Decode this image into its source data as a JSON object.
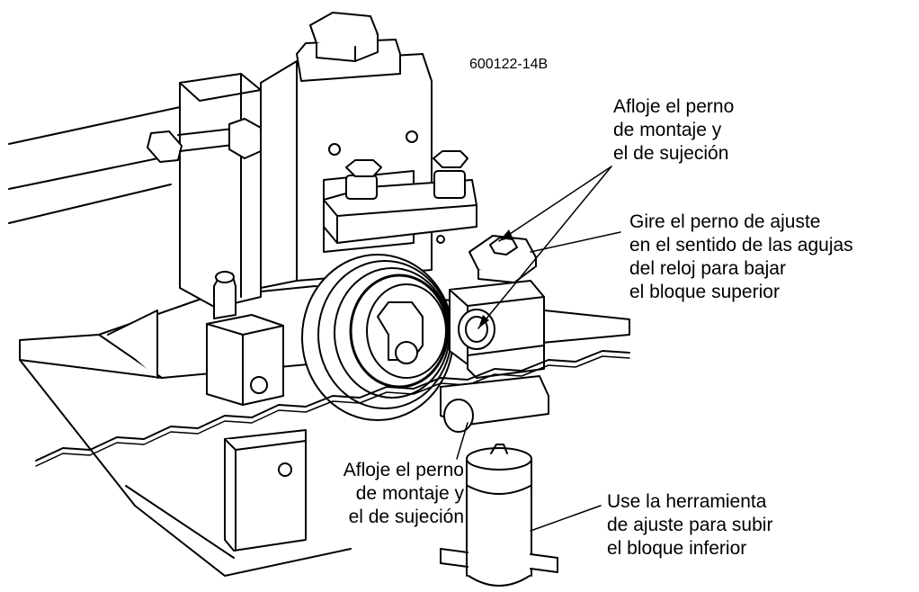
{
  "figure_id": "600122-14B",
  "annotations": {
    "loosen_top": [
      "Afloje el perno",
      "de montaje y",
      "el de sujeción"
    ],
    "turn_bolt": [
      "Gire el perno de ajuste",
      "en el sentido de las agujas",
      "del reloj para bajar",
      "el bloque superior"
    ],
    "loosen_bottom": [
      "Afloje el perno",
      "de montaje y",
      "el de sujeción"
    ],
    "use_tool": [
      "Use la herramienta",
      "de ajuste para subir",
      "el bloque inferior"
    ]
  }
}
